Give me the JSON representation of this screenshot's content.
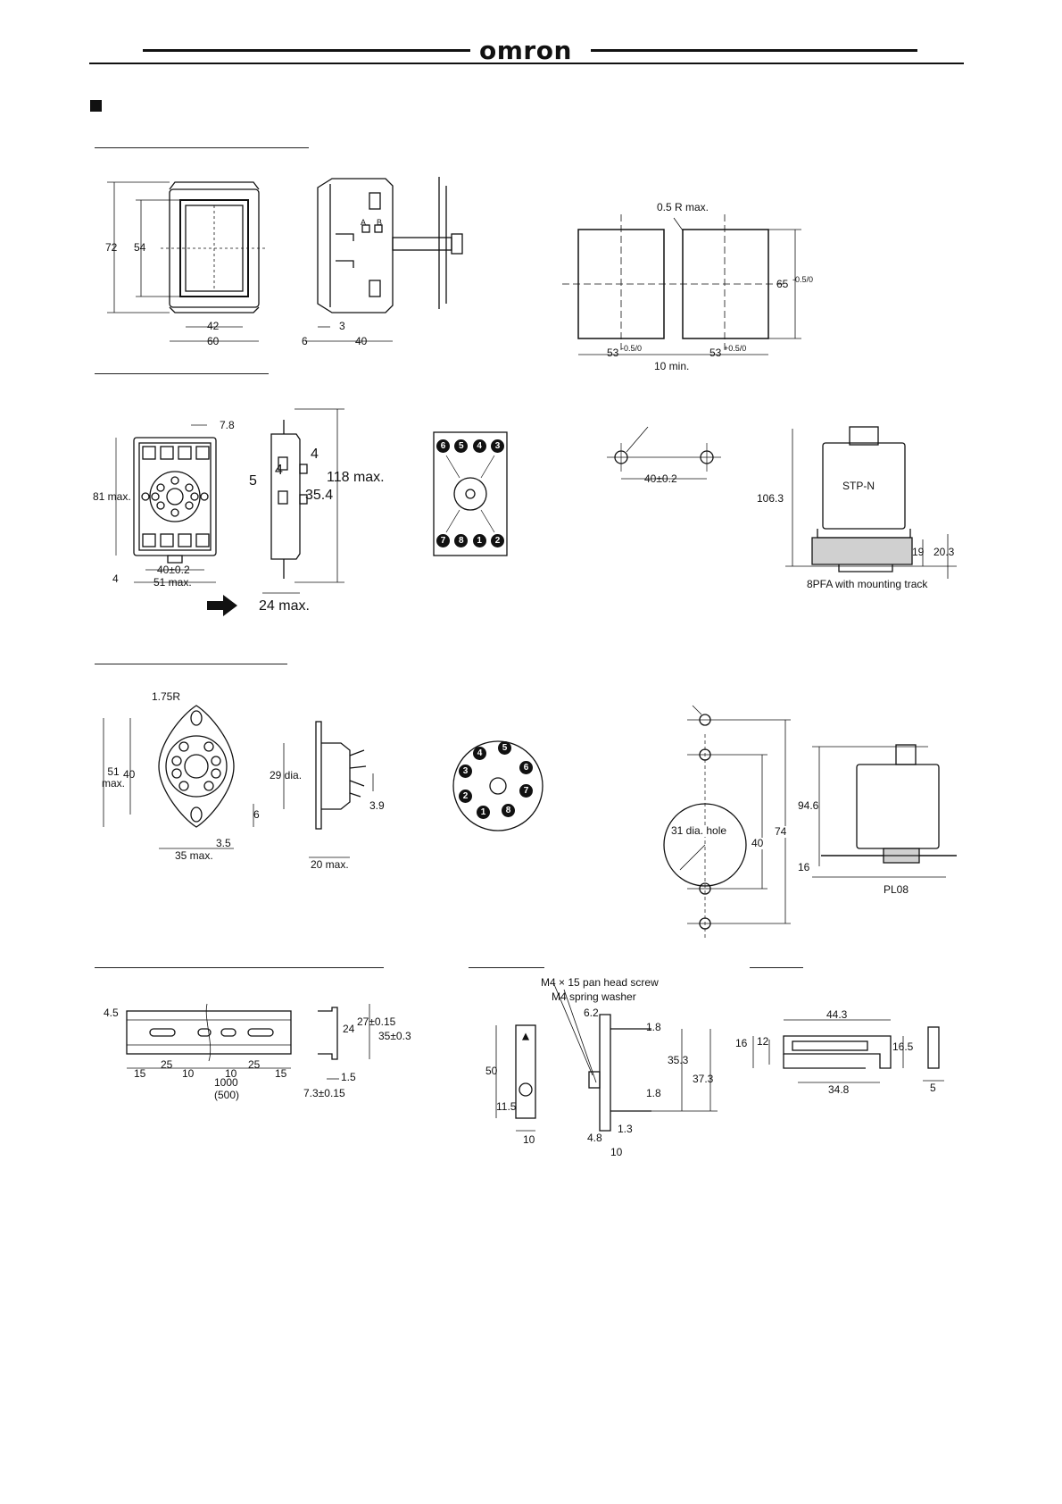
{
  "header": {
    "brand": "omron"
  },
  "timer": {
    "dims": {
      "height_outer": "72",
      "height_inner": "54",
      "width_inner": "42",
      "width_outer": "60",
      "depth_front": "6",
      "bezel": "3",
      "depth": "40"
    },
    "terminal_marks": {
      "a": "A",
      "b": "B"
    }
  },
  "panel_cutout": {
    "corner": "0.5 R max.",
    "height": "65",
    "height_tol": "-0.5/0",
    "width_left": "53",
    "width_left_tol": "-0.5/0",
    "width_right": "53",
    "width_right_tol": "+0.5/0",
    "spacing": "10 min."
  },
  "track_socket": {
    "dims": {
      "top": "7.8",
      "height": "81 max.",
      "pitch": "40±0.2",
      "width": "51 max.",
      "margin": "4",
      "side_a": "4",
      "side_b": "5",
      "side_c": "4",
      "mid": "35.4",
      "total": "118 max.",
      "depth": "24 max."
    },
    "pins_top": [
      "6",
      "5",
      "4",
      "3"
    ],
    "pins_bottom": [
      "7",
      "8",
      "1",
      "2"
    ],
    "hole_pitch": "40±0.2",
    "mounted": {
      "model": "STP-N",
      "height": "106.3",
      "h1": "19",
      "h2": "20.3",
      "caption": "8PFA with mounting track"
    }
  },
  "back_socket": {
    "dims": {
      "radius": "1.75R",
      "h_max": "51 max.",
      "h": "40",
      "d1": "6",
      "d2": "3.5",
      "width": "35 max.",
      "dia": "29 dia.",
      "pin": "3.9",
      "depth": "20 max."
    },
    "pins": [
      "4",
      "5",
      "3",
      "6",
      "2",
      "7",
      "1",
      "8"
    ],
    "cutout": {
      "hole": "31 dia. hole",
      "pitch": "40",
      "span": "74"
    },
    "mounted": {
      "height": "94.6",
      "base": "16",
      "caption": "PL08"
    }
  },
  "rail": {
    "dims": {
      "h": "4.5",
      "seg1": "15",
      "seg2": "25",
      "seg3": "10",
      "seg4": "10",
      "seg5": "25",
      "seg6": "15",
      "length": "1000",
      "length_alt": "(500)",
      "in_h": "24",
      "mid_h": "27±0.15",
      "out_h": "35±0.3",
      "t": "1.5",
      "lip": "7.3±0.15"
    }
  },
  "end_plate": {
    "note1": "M4 × 15 pan head screw",
    "note2": "M4 spring washer",
    "dims": {
      "h": "50",
      "low": "11.5",
      "w": "10",
      "top": "6.2",
      "t1": "1.8",
      "a": "35.3",
      "b": "37.3",
      "t2": "1.8",
      "c": "4.8",
      "d": "1.3",
      "w2": "10"
    }
  },
  "spacer": {
    "dims": {
      "width": "44.3",
      "h_out": "16",
      "h_in": "12",
      "h_right": "16.5",
      "inner_w": "34.8",
      "thick": "5"
    }
  }
}
